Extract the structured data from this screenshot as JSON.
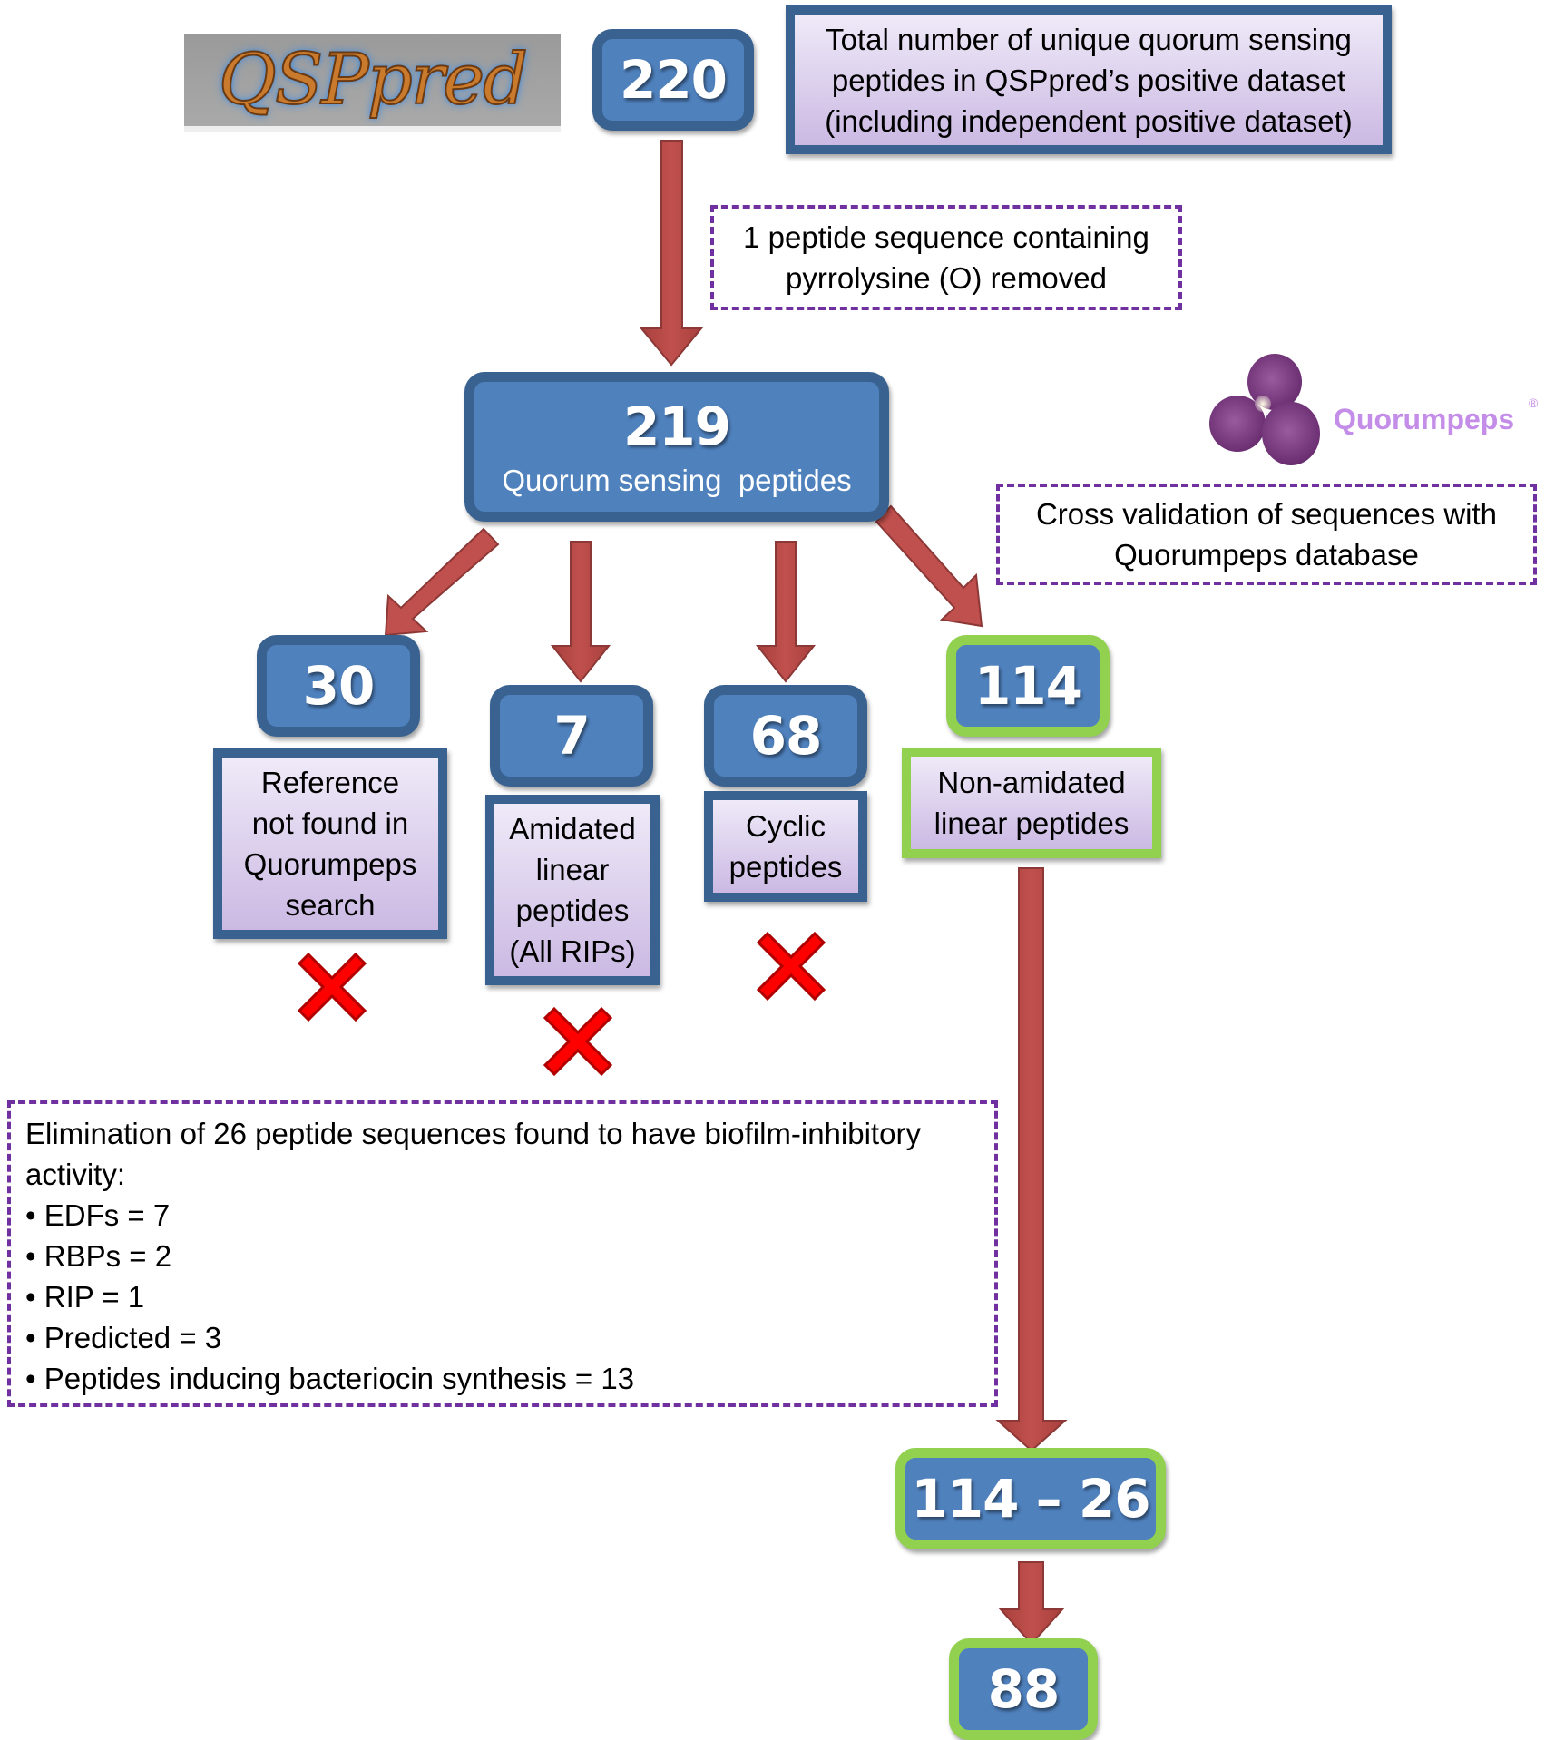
{
  "logos": {
    "qsppred": "QSPpred",
    "quorumpeps": "Quorumpeps",
    "quorumpeps_mark": "®"
  },
  "top": {
    "count": "220",
    "description_lines": [
      "Total number of unique quorum sensing",
      "peptides in QSPpred’s positive dataset",
      "(including independent positive dataset)"
    ]
  },
  "step_removed": {
    "lines": [
      "1 peptide sequence containing",
      "pyrrolysine (O) removed"
    ]
  },
  "main": {
    "count": "219",
    "label": "Quorum sensing  peptides"
  },
  "cross_validation": {
    "lines": [
      "Cross validation of sequences with",
      "Quorumpeps database"
    ]
  },
  "branches": [
    {
      "count": "30",
      "label_lines": [
        "Reference",
        "not found in",
        "Quorumpeps",
        "search"
      ],
      "status": "excluded"
    },
    {
      "count": "7",
      "label_lines": [
        "Amidated",
        "linear",
        "peptides",
        "(All RIPs)"
      ],
      "status": "excluded"
    },
    {
      "count": "68",
      "label_lines": [
        "Cyclic",
        "peptides"
      ],
      "status": "excluded"
    },
    {
      "count": "114",
      "label_lines": [
        "Non-amidated",
        "linear peptides"
      ],
      "status": "kept"
    }
  ],
  "elimination": {
    "heading_lines": [
      "Elimination of 26 peptide sequences found to have biofilm-inhibitory",
      "activity:"
    ],
    "items": [
      "EDFs = 7",
      "RBPs = 2",
      "RIP = 1",
      "Predicted = 3",
      "Peptides inducing bacteriocin synthesis = 13"
    ]
  },
  "subtraction": {
    "label": "114 – 26"
  },
  "final": {
    "count": "88"
  },
  "colors": {
    "box_fill": "#4f81bd",
    "box_border_blue": "#3a6290",
    "box_border_green": "#92d050",
    "arrow": "#c0504d",
    "arrow_edge": "#8c3836",
    "dash": "#7030a0",
    "cross": "#ff0000",
    "quorumpeps_text": "#c38de8"
  }
}
